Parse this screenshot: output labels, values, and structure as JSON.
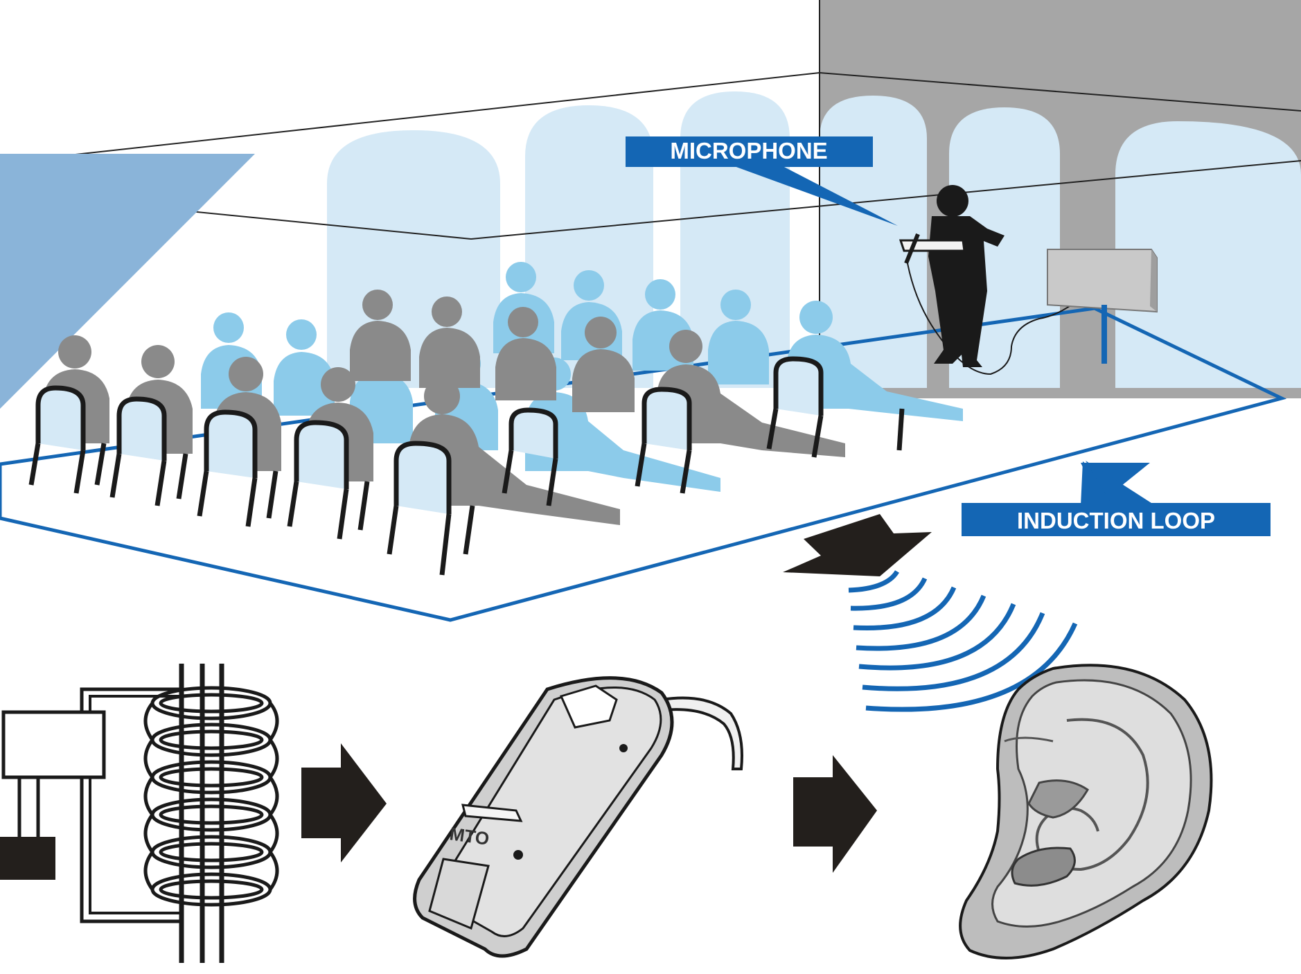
{
  "labels": {
    "microphone": "MICROPHONE",
    "induction_loop": "INDUCTION LOOP",
    "hearing_aid_switch": "MTO"
  },
  "colors": {
    "loop_blue": "#1466b4",
    "label_bg": "#1466b4",
    "window_blue": "#d5e9f6",
    "audience_gray": "#8a8a8a",
    "audience_light_blue": "#8ccbea",
    "wall_gray": "#a6a6a6",
    "arrow_black": "#231f1c"
  },
  "icons": {
    "speaker": "speaker-at-lectern-icon",
    "amplifier": "wall-amplifier-icon",
    "transformer": "coil-transformer-icon",
    "hearing_aid": "behind-ear-hearing-aid-icon",
    "ear": "ear-icon"
  }
}
